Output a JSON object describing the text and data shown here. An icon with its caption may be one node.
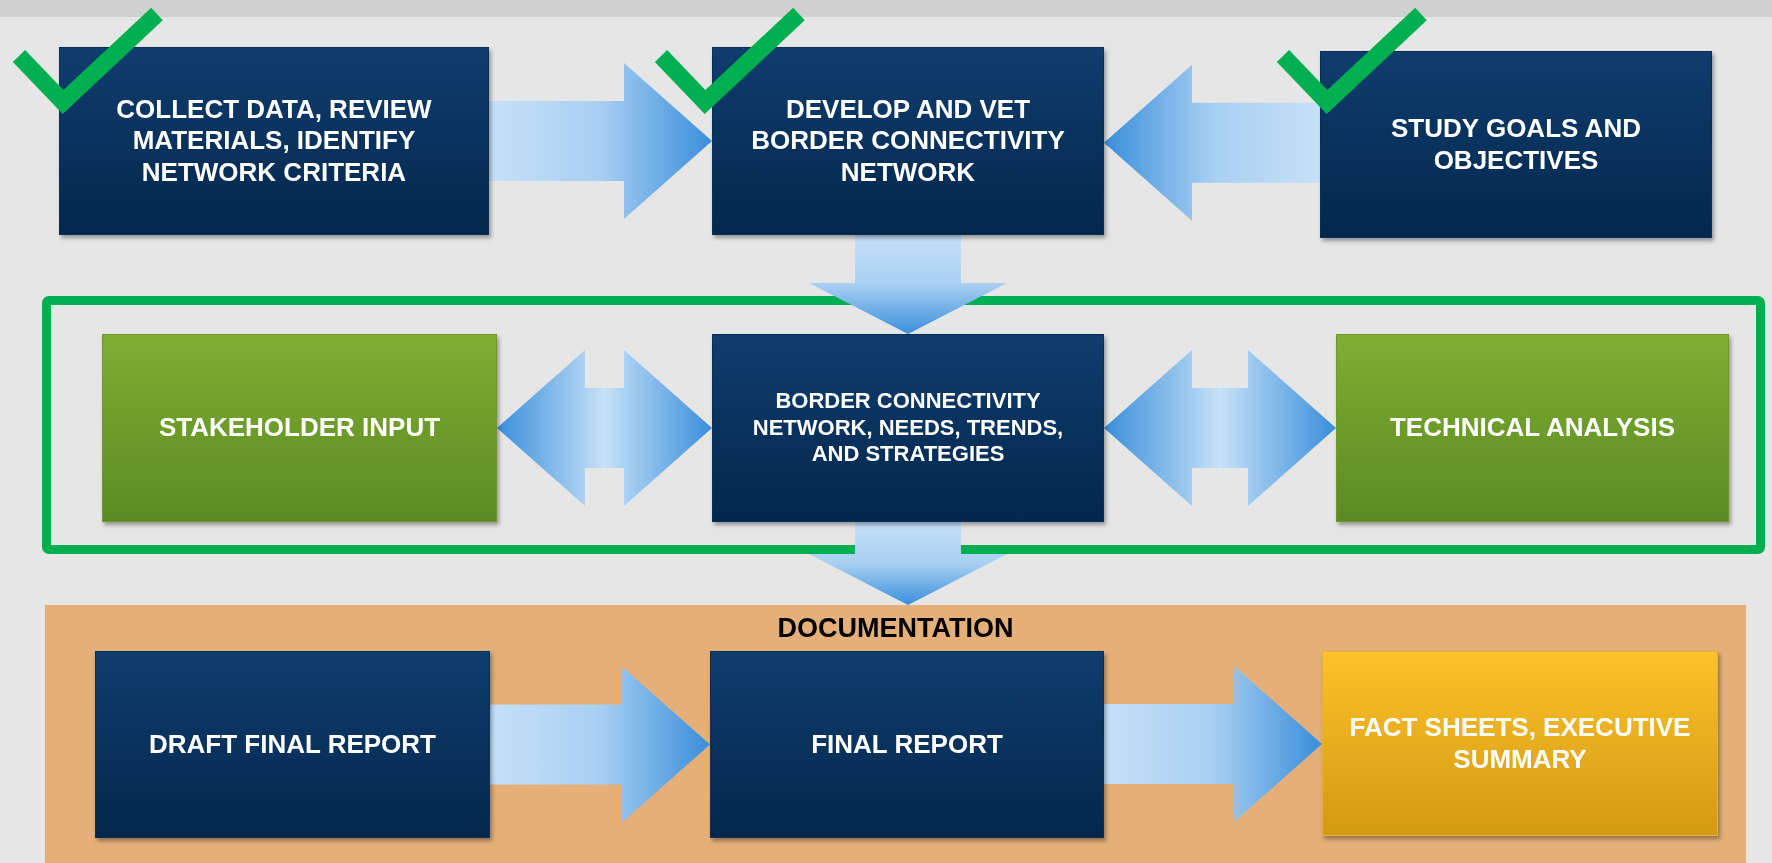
{
  "diagram": {
    "nodes": [
      {
        "text": [
          "COLLECT DATA, REVIEW MATERIALS, IDENTIFY NETWORK CRITERIA"
        ]
      },
      {
        "text": [
          "DEVELOP AND VET BORDER CONNECTIVITY NETWORK"
        ]
      },
      {
        "text": [
          "STUDY GOALS AND OBJECTIVES"
        ]
      },
      {
        "text": [],
        "shape": "box"
      },
      {
        "text": [
          "STAKEHOLDER INPUT"
        ],
        "in": 3
      },
      {
        "text": [
          "BORDER CONNECTIVITY NETWORK, NEEDS, TRENDS, AND STRATEGIES"
        ],
        "in": 3
      },
      {
        "text": [
          "TECHNICAL ANALYSIS"
        ],
        "in": 3
      },
      {
        "text": [
          "DOCUMENTATION"
        ]
      },
      {
        "text": [
          "DRAFT FINAL REPORT"
        ],
        "in": 7
      },
      {
        "text": [
          "FINAL REPORT"
        ],
        "in": 7
      },
      {
        "text": [
          "FACT SHEETS, EXECUTIVE SUMMARY"
        ],
        "in": 7
      }
    ],
    "edges": [
      {
        "from": 0,
        "to": 1,
        "arrow": "to"
      },
      {
        "from": 2,
        "to": 1,
        "arrow": "to"
      },
      {
        "from": 1,
        "to": 5,
        "arrow": "to"
      },
      {
        "from": 4,
        "to": 5,
        "arrow": "both"
      },
      {
        "from": 5,
        "to": 6,
        "arrow": "both"
      },
      {
        "from": 5,
        "to": 7,
        "arrow": "to"
      },
      {
        "from": 8,
        "to": 9,
        "arrow": "to"
      },
      {
        "from": 9,
        "to": 10,
        "arrow": "to"
      }
    ]
  }
}
